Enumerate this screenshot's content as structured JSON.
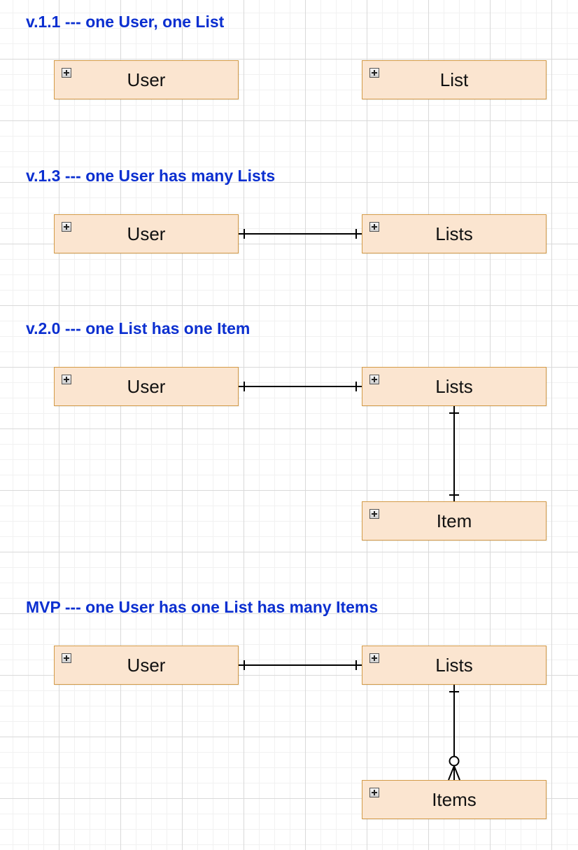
{
  "sections": [
    {
      "title": "v.1.1 --- one User, one List",
      "entities": {
        "user": "User",
        "list": "List"
      }
    },
    {
      "title": "v.1.3 --- one User has many Lists",
      "entities": {
        "user": "User",
        "lists": "Lists"
      }
    },
    {
      "title": "v.2.0 --- one List has one Item",
      "entities": {
        "user": "User",
        "lists": "Lists",
        "item": "Item"
      }
    },
    {
      "title": "MVP --- one User has one List has many Items",
      "entities": {
        "user": "User",
        "lists": "Lists",
        "items": "Items"
      }
    }
  ],
  "icons": {
    "entity_expand": "plus-box-icon"
  },
  "colors": {
    "title": "#0b2fd0",
    "entity_fill": "#fbe5d0",
    "entity_border": "#d39a47",
    "connector": "#000000"
  },
  "relationships": [
    {
      "section": 1,
      "from": "User",
      "to": "Lists",
      "from_end": "one",
      "to_end": "one"
    },
    {
      "section": 2,
      "from": "User",
      "to": "Lists",
      "from_end": "one",
      "to_end": "one"
    },
    {
      "section": 2,
      "from": "Lists",
      "to": "Item",
      "from_end": "one",
      "to_end": "one"
    },
    {
      "section": 3,
      "from": "User",
      "to": "Lists",
      "from_end": "one",
      "to_end": "one"
    },
    {
      "section": 3,
      "from": "Lists",
      "to": "Items",
      "from_end": "one",
      "to_end": "zero-or-many"
    }
  ]
}
